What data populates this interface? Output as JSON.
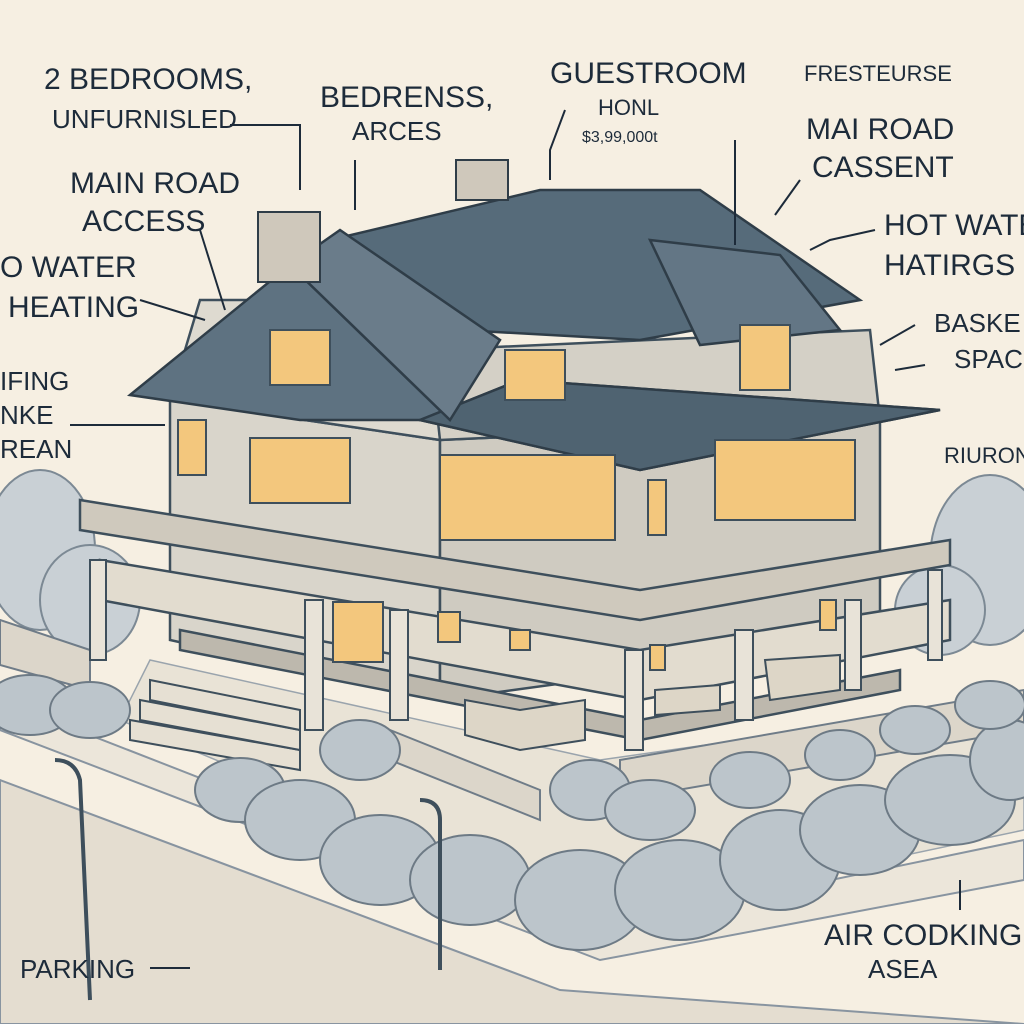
{
  "labels": {
    "bedrooms_line1": "2 BEDROOMS,",
    "bedrooms_line2": "UNFURNISLED",
    "bedrenss": "BEDRENSS,",
    "arces": "ARCES",
    "guestroom": "GUESTROOM",
    "honl": "HONL",
    "price": "$3,99,000t",
    "fresteurse": "FRESTEURSE",
    "main_road_access_line1": "MAIN ROAD",
    "main_road_access_line2": "ACCESS",
    "mai_road_line1": "MAI ROAD",
    "mai_road_line2": "CASSENT",
    "water_heating_line1": "O WATER",
    "water_heating_line2": "HEATING",
    "hot_water_line1": "HOT WATER",
    "hot_water_line2": "HATIRGS",
    "baske_line1": "BASKE",
    "baske_line2": "SPAC",
    "fifing_line1": "IFING",
    "fifing_line2": "NKE",
    "fifing_line3": "REAN",
    "riuron": "RIURON",
    "parking": "PARKING",
    "air_line1": "AIR CODKING",
    "air_line2": "ASEA"
  },
  "colors": {
    "paper": "#f6efe2",
    "roof": "#566b7a",
    "roof_dark": "#3e4f5c",
    "siding": "#d9d5cb",
    "window_glow": "#f3c77d",
    "ink": "#1d2b3a",
    "bush": "#b9c2c8"
  }
}
